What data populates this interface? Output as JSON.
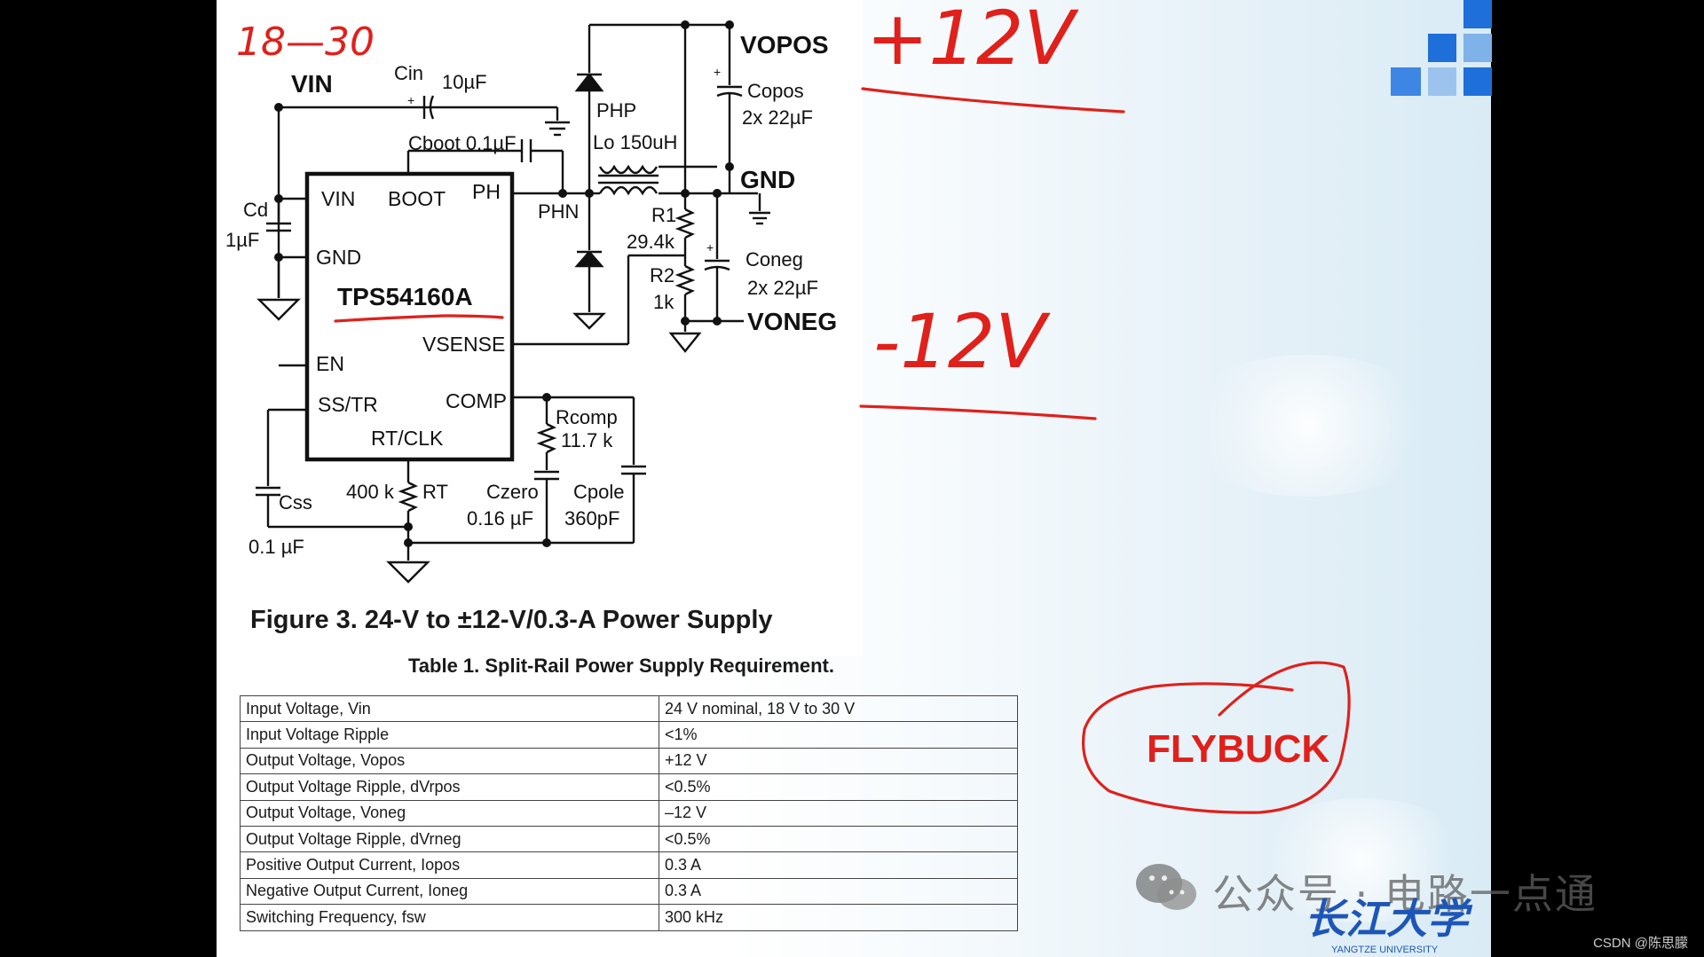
{
  "schematic": {
    "chip": {
      "name": "TPS54160A",
      "pins": {
        "vin": "VIN",
        "boot": "BOOT",
        "ph": "PH",
        "gnd": "GND",
        "en": "EN",
        "vsense": "VSENSE",
        "sstr": "SS/TR",
        "comp": "COMP",
        "rtclk": "RT/CLK"
      }
    },
    "nets": {
      "vin": "VIN",
      "vopos": "VOPOS",
      "gnd": "GND",
      "voneg": "VONEG",
      "php": "PHP",
      "phn": "PHN"
    },
    "components": {
      "cin": "Cin",
      "cin_val": "10µF",
      "cboot": "Cboot 0.1µF",
      "lo": "Lo 150uH",
      "copos": "Copos",
      "copos_val": "2x 22µF",
      "cd": "Cd",
      "cd_val": "1µF",
      "r1": "R1",
      "r1_val": "29.4k",
      "r2": "R2",
      "r2_val": "1k",
      "coneg": "Coneg",
      "coneg_val": "2x 22µF",
      "rcomp": "Rcomp",
      "rcomp_val": "11.7 k",
      "rt_val": "400 k",
      "rt": "RT",
      "czero": "Czero",
      "czero_val": "0.16 µF",
      "cpole": "Cpole",
      "cpole_val": "360pF",
      "css": "Css",
      "css_val": "0.1 µF"
    },
    "caption": "Figure 3. 24-V to ±12-V/0.3-A Power Supply"
  },
  "annotations": {
    "vin_range": "18—30",
    "pos_out": "+12V",
    "neg_out": "-12V",
    "flybuck": "FLYBUCK",
    "ink_color": "#e0201b"
  },
  "table": {
    "title": "Table 1. Split-Rail Power Supply Requirement.",
    "rows": [
      [
        "Input Voltage, Vin",
        "24 V nominal, 18 V to 30 V"
      ],
      [
        "Input Voltage Ripple",
        "<1%"
      ],
      [
        "Output Voltage, Vopos",
        "+12 V"
      ],
      [
        "Output Voltage Ripple, dVrpos",
        "<0.5%"
      ],
      [
        "Output Voltage, Voneg",
        "–12 V"
      ],
      [
        "Output Voltage Ripple, dVrneg",
        "<0.5%"
      ],
      [
        "Positive Output Current, Iopos",
        "0.3 A"
      ],
      [
        "Negative Output Current, Ioneg",
        "0.3 A"
      ],
      [
        "Switching Frequency, fsw",
        "300 kHz"
      ]
    ]
  },
  "watermark": {
    "account": "公众号 · 电路一点通",
    "university": "长江大学",
    "university_en": "YANGTZE UNIVERSITY"
  },
  "credit": "CSDN @陈思朦",
  "colors": {
    "accent_blue": "#1e6fd9",
    "light_blue": "#7fb2e8"
  }
}
